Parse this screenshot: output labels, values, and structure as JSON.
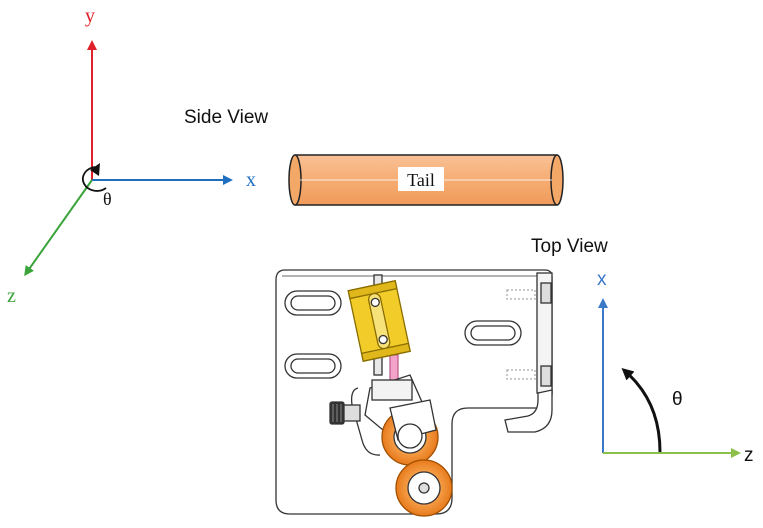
{
  "colors": {
    "y_axis": "#e0202a",
    "x_axis": "#1f6fc1",
    "z_axis": "#3aa33a",
    "top_x_axis": "#3a78c8",
    "top_z_axis": "#8cbf4a",
    "tail_fill": "#f7b27a",
    "tail_edge": "#222222",
    "bracket_yellow": "#f2cd2a",
    "wheel_orange": "#f08a2a"
  },
  "side_frame": {
    "y_label": "y",
    "x_label": "x",
    "z_label": "z",
    "theta_label": "θ"
  },
  "side_view": {
    "title": "Side View",
    "tail_label": "Tail"
  },
  "top_view": {
    "title": "Top View",
    "x_label": "x",
    "z_label": "z",
    "theta_label": "θ"
  }
}
